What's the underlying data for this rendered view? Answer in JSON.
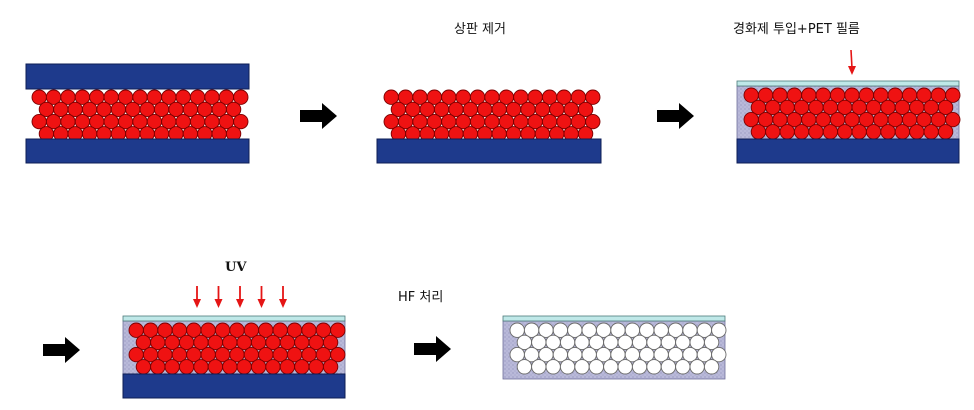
{
  "labels": {
    "remove_top": "상판 제거",
    "hardener_pet": "경화제 투입+PET 필름",
    "uv": "UV",
    "hf": "HF 처리"
  },
  "colors": {
    "plate": "#1e3a8c",
    "plate_border": "#0d1d55",
    "sphere": "#ef1212",
    "sphere_border": "#7a0000",
    "silica": "#ffffff",
    "silica_border": "#6a6a6a",
    "film": "#bfe8e8",
    "film_border": "#4d7b7b",
    "resin": "#b8b8d8",
    "arrow_red": "#e51515",
    "arrow_black": "#000000"
  },
  "steps": [
    {
      "id": "stack",
      "top_plate": true,
      "film": false,
      "resin": false,
      "bottom_plate": true,
      "spheres": "red"
    },
    {
      "id": "top-removed",
      "top_plate": false,
      "film": false,
      "resin": false,
      "bottom_plate": true,
      "spheres": "red"
    },
    {
      "id": "hardener-pet",
      "top_plate": false,
      "film": true,
      "resin": true,
      "bottom_plate": true,
      "spheres": "red"
    },
    {
      "id": "uv-cure",
      "top_plate": false,
      "film": true,
      "resin": true,
      "bottom_plate": true,
      "spheres": "red"
    },
    {
      "id": "hf-etch",
      "top_plate": false,
      "film": true,
      "resin": true,
      "bottom_plate": false,
      "spheres": "white"
    }
  ],
  "uv_arrow_count": 5
}
